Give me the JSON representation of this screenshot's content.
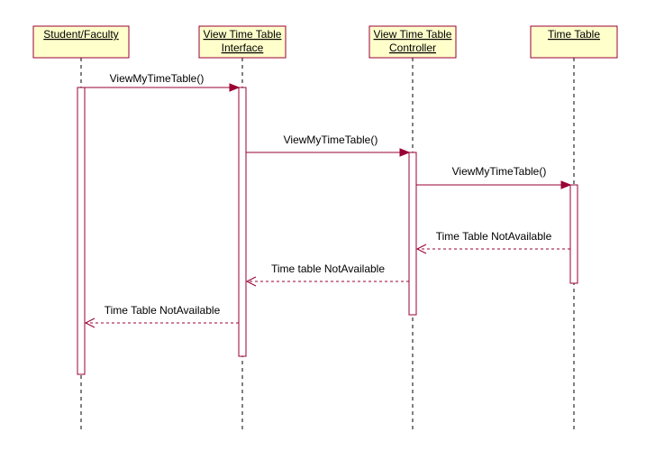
{
  "diagram": {
    "objects": [
      {
        "id": "student",
        "line1": "Student/Faculty",
        "line2": ""
      },
      {
        "id": "ui",
        "line1": "View Time Table",
        "line2": "Interface"
      },
      {
        "id": "ctrl",
        "line1": "View Time Table",
        "line2": "Controller"
      },
      {
        "id": "tt",
        "line1": "Time Table",
        "line2": ""
      }
    ],
    "messages": [
      {
        "id": "m1",
        "label": "ViewMyTimeTable()",
        "kind": "call"
      },
      {
        "id": "m2",
        "label": "ViewMyTimeTable()",
        "kind": "call"
      },
      {
        "id": "m3",
        "label": "ViewMyTimeTable()",
        "kind": "call"
      },
      {
        "id": "m4",
        "label": "Time Table NotAvailable",
        "kind": "return"
      },
      {
        "id": "m5",
        "label": "Time table NotAvailable",
        "kind": "return"
      },
      {
        "id": "m6",
        "label": "Time Table NotAvailable",
        "kind": "return"
      }
    ]
  }
}
